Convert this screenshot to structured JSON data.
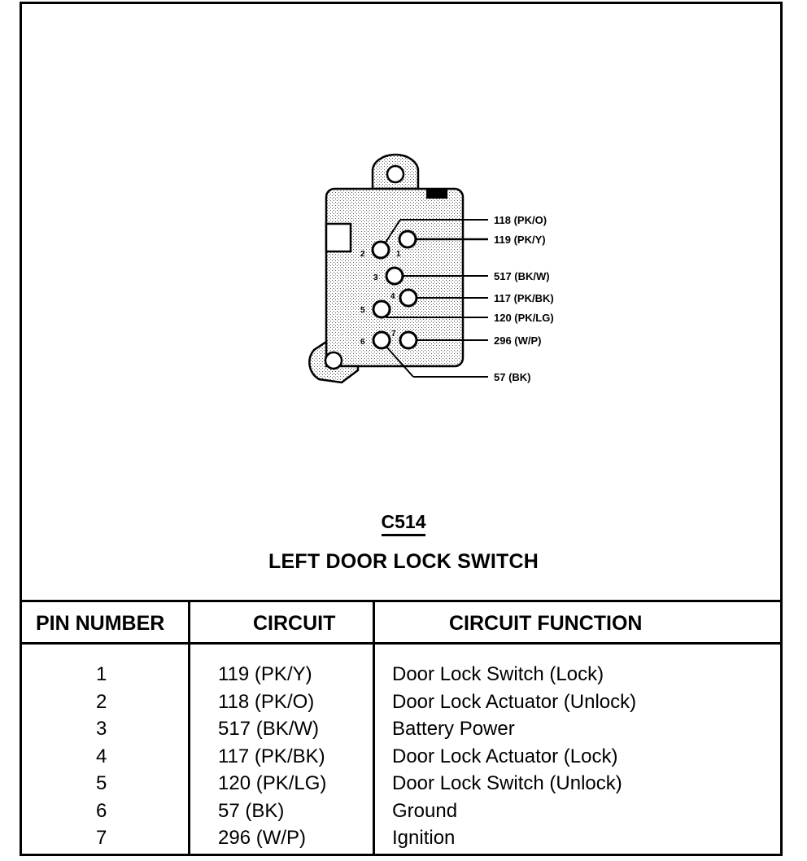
{
  "connector": {
    "id": "C514",
    "name": "LEFT DOOR LOCK SWITCH",
    "wire_labels": [
      {
        "pin": "2",
        "text": "118 (PK/O)"
      },
      {
        "pin": "1",
        "text": "119 (PK/Y)"
      },
      {
        "pin": "3",
        "text": "517 (BK/W)"
      },
      {
        "pin": "4",
        "text": "117 (PK/BK)"
      },
      {
        "pin": "5",
        "text": "120 (PK/LG)"
      },
      {
        "pin": "7",
        "text": "296 (W/P)"
      },
      {
        "pin": "6",
        "text": "57 (BK)"
      }
    ],
    "pin_numbers": [
      "1",
      "2",
      "3",
      "4",
      "5",
      "6",
      "7"
    ]
  },
  "table": {
    "headers": {
      "pin": "PIN NUMBER",
      "circuit": "CIRCUIT",
      "function": "CIRCUIT FUNCTION"
    },
    "rows": [
      {
        "pin": "1",
        "circuit": "119 (PK/Y)",
        "function": "Door Lock Switch (Lock)"
      },
      {
        "pin": "2",
        "circuit": "118 (PK/O)",
        "function": "Door Lock Actuator (Unlock)"
      },
      {
        "pin": "3",
        "circuit": "517 (BK/W)",
        "function": "Battery Power"
      },
      {
        "pin": "4",
        "circuit": "117 (PK/BK)",
        "function": "Door Lock Actuator (Lock)"
      },
      {
        "pin": "5",
        "circuit": "120 (PK/LG)",
        "function": "Door Lock Switch (Unlock)"
      },
      {
        "pin": "6",
        "circuit": "57 (BK)",
        "function": "Ground"
      },
      {
        "pin": "7",
        "circuit": "296 (W/P)",
        "function": "Ignition"
      }
    ]
  }
}
